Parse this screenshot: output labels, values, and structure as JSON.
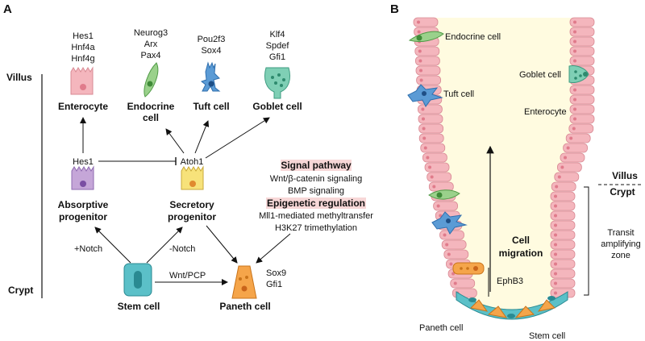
{
  "panel_a": {
    "letter": "A",
    "villus": "Villus",
    "crypt": "Crypt",
    "enterocyte": {
      "genes": [
        "Hes1",
        "Hnf4a",
        "Hnf4g"
      ],
      "name": "Enterocyte"
    },
    "endocrine": {
      "genes": [
        "Neurog3",
        "Arx",
        "Pax4"
      ],
      "name_line1": "Endocrine",
      "name_line2": "cell"
    },
    "tuft": {
      "genes": [
        "Pou2f3",
        "Sox4"
      ],
      "name": "Tuft cell"
    },
    "goblet": {
      "genes": [
        "Klf4",
        "Spdef",
        "Gfi1"
      ],
      "name": "Goblet cell"
    },
    "hes1": "Hes1",
    "atoh1": "Atoh1",
    "absorptive": {
      "line1": "Absorptive",
      "line2": "progenitor"
    },
    "secretory": {
      "line1": "Secretory",
      "line2": "progenitor"
    },
    "signal_title": "Signal pathway",
    "signal_items": [
      "Wnt/β-catenin signaling",
      "BMP signaling"
    ],
    "epi_title": "Epigenetic regulation",
    "epi_items": [
      "Mll1-mediated methyltransfer",
      "H3K27 trimethylation"
    ],
    "plus_notch": "+Notch",
    "minus_notch": "-Notch",
    "wnt_pcp": "Wnt/PCP",
    "stem": "Stem cell",
    "paneth": "Paneth cell",
    "paneth_genes": [
      "Sox9",
      "Gfi1"
    ]
  },
  "panel_b": {
    "letter": "B",
    "endocrine": "Endocrine cell",
    "tuft": "Tuft cell",
    "goblet": "Goblet cell",
    "enterocyte": "Enterocyte",
    "villus": "Villus",
    "crypt": "Crypt",
    "transit_line1": "Transit",
    "transit_line2": "amplifying",
    "transit_line3": "zone",
    "migration_line1": "Cell",
    "migration_line2": "migration",
    "ephb3": "EphB3",
    "paneth": "Paneth cell",
    "stem": "Stem cell"
  },
  "colors": {
    "enterocyte": "#f4b6bd",
    "endocrine": "#9ad18b",
    "tuft": "#5b9bd5",
    "goblet": "#7fcfb5",
    "absorptive": "#c5a6d8",
    "secretory": "#f7e27a",
    "stem": "#5bc0c8",
    "paneth": "#f5a54a",
    "lumen": "#fffbe0",
    "highlight": "#f7d7d7"
  }
}
